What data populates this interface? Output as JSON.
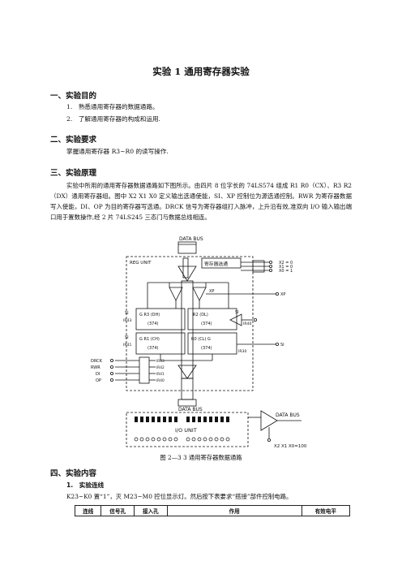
{
  "title": "实验 1 通用寄存器实验",
  "section1": {
    "heading": "一、实验目的",
    "items": [
      "1.　熟悉通用寄存器的数据通路。",
      "2.　了解通用寄存器的构成和运用."
    ]
  },
  "section2": {
    "heading": "二、实验要求",
    "text": "掌握通用寄存器 R3~R0 的读写操作."
  },
  "section3": {
    "heading": "三、实验原理",
    "paragraph": "实验中所用的通用寄存器数据通路如下图所示。由四片 8 位字长的 74LS574 组成 R1 R0（CX）、R3 R2（DX）通用寄存器组。图中 X2 X1 X0 定义输出选通使能，SI、XP 控制位为源选通控制。RWR 为寄存器数据写入使能，DI、OP 为目的寄存器写选通。DRCK 信号为寄存器组打入脉冲，上升沿有效,准双向 I/O 输入输出端口用于置数操作,经 2 片 74LS245 三态门与数据总线相连。"
  },
  "diagram": {
    "data_bus_top": "DATA BUS",
    "data_bus_mid": "DATA BUS",
    "data_bus_right": "DATA BUS",
    "reg_unit": "REG UNIT",
    "select_label": "寄存器选通",
    "sel_lines": [
      "X2 = 0",
      "X1 = 0",
      "X0 = 1"
    ],
    "xp": "XP",
    "xp_right": "XP",
    "si_top": "SI",
    "si_mid": "SI",
    "si_right": "SI",
    "sigma_top": "SI",
    "reg_r3": "G R3 (DH)",
    "reg_r3_chip": "(374)",
    "reg_r2": "R2 (DL)",
    "reg_r2_chip": "(374)",
    "reg_r1": "G R1 (CH)",
    "reg_r1_chip": "(374)",
    "reg_r0": "R0 (CL) G",
    "reg_r0_chip": "(374)",
    "ir": [
      "IR43",
      "IR40",
      "IR41",
      "IR30"
    ],
    "ctrl_inputs": [
      "DRCK",
      "RWR",
      "DI",
      "OP"
    ],
    "decoder_outputs": [
      "IR43",
      "IR42",
      "IR41",
      "IR40"
    ],
    "io_unit": "I/O UNIT",
    "io_sel": "X2  X1  X0=100",
    "caption": "图 2—3 3  通用寄存器数据通路"
  },
  "section4": {
    "heading": "四、实验内容",
    "sub1": "1.　实验连线",
    "text": "K23~K0 置“1”，灭 M23~M0 控位显示灯。然后按下表要求“搭接”部件控制电路。",
    "table_headers": [
      "连线",
      "信号孔",
      "接入孔",
      "作用",
      "有效电平"
    ]
  }
}
